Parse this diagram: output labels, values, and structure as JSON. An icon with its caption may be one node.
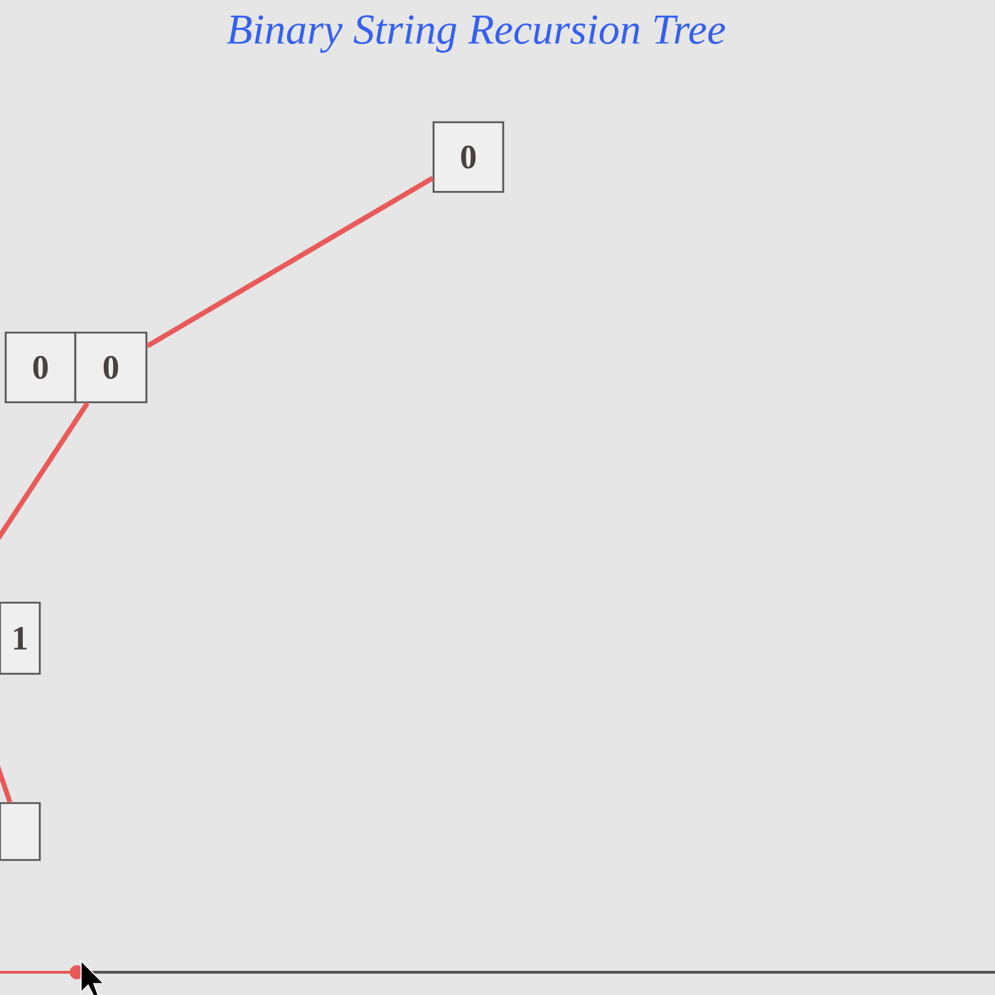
{
  "diagram": {
    "title": "Binary String Recursion Tree",
    "nodes": [
      {
        "text": [
          "0"
        ]
      },
      {
        "text": [
          "0"
        ]
      },
      {
        "text": [
          "0"
        ]
      },
      {
        "text": [
          "1"
        ]
      },
      {
        "text": [],
        "shape": "box"
      }
    ],
    "edges": [
      {
        "from": 0,
        "to": 2,
        "arrow": "none"
      },
      {
        "from": 2,
        "to": null,
        "arrow": "none"
      },
      {
        "from": null,
        "to": 4,
        "arrow": "none"
      }
    ]
  }
}
